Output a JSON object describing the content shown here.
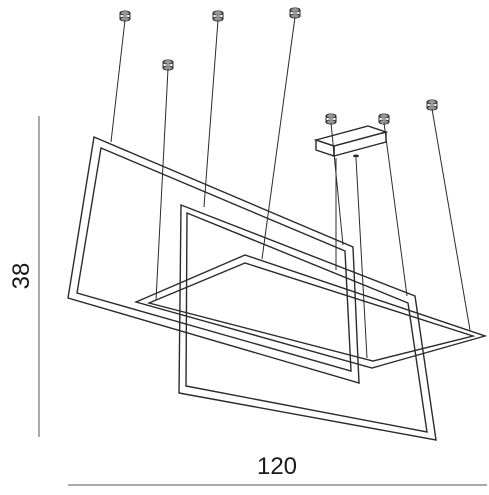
{
  "drawing": {
    "subject": "rectangular-frame-pendant-lamp",
    "dimensions": {
      "height": {
        "value": "38"
      },
      "width": {
        "value": "120"
      }
    },
    "colors": {
      "line": "#2b2b2b",
      "background": "#ffffff",
      "dimension_line": "#555555"
    }
  }
}
